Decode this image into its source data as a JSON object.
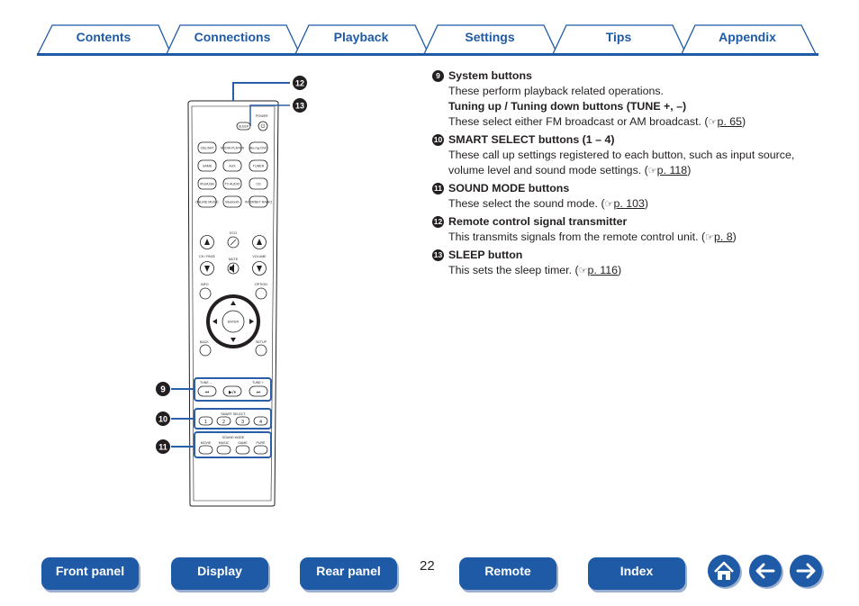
{
  "tabs": [
    {
      "label": "Contents"
    },
    {
      "label": "Connections"
    },
    {
      "label": "Playback"
    },
    {
      "label": "Settings"
    },
    {
      "label": "Tips"
    },
    {
      "label": "Appendix"
    }
  ],
  "callouts": {
    "c9": "9",
    "c10": "10",
    "c11": "11",
    "c12": "12",
    "c13": "13"
  },
  "remote": {
    "power": "POWER",
    "sleep": "SLEEP",
    "sources": [
      "CBL/SAT",
      "MEDIA PLAYER",
      "Blu-ray DVD",
      "GAME",
      "AUX",
      "TUNER",
      "iPod/USB",
      "TV AUDIO",
      "CD",
      "ONLINE MUSIC",
      "Bluetooth",
      "INTERNET RADIO"
    ],
    "eco": "ECO",
    "ch_page": "CH / PAGE",
    "mute": "MUTE",
    "volume": "VOLUME",
    "info": "INFO",
    "option": "OPTION",
    "enter": "ENTER",
    "back": "BACK",
    "setup": "SETUP",
    "tune_minus": "TUNE –",
    "tune_plus": "TUNE +",
    "smart_select": "SMART SELECT",
    "smart_nums": [
      "1",
      "2",
      "3",
      "4"
    ],
    "sound_mode": "SOUND MODE",
    "sound_buttons": [
      "MOVIE",
      "MUSIC",
      "GAME",
      "PURE"
    ]
  },
  "items": [
    {
      "num": "9",
      "heading": "System buttons",
      "text": "These perform playback related operations.",
      "sub_heading": "Tuning up / Tuning down buttons (TUNE +, –)",
      "sub_text": "These select either FM broadcast or AM broadcast.",
      "ref": "p. 65"
    },
    {
      "num": "10",
      "heading": "SMART SELECT buttons (1 – 4)",
      "text": "These call up settings registered to each button, such as input source, volume level and sound mode settings.",
      "ref": "p. 118"
    },
    {
      "num": "11",
      "heading": "SOUND MODE buttons",
      "text": "These select the sound mode.",
      "ref": "p. 103"
    },
    {
      "num": "12",
      "heading": "Remote control signal transmitter",
      "text": "This transmits signals from the remote control unit.",
      "ref": "p. 8"
    },
    {
      "num": "13",
      "heading": "SLEEP button",
      "text": "This sets the sleep timer.",
      "ref": "p. 116"
    }
  ],
  "nav": {
    "front_panel": "Front panel",
    "display": "Display",
    "rear_panel": "Rear panel",
    "remote": "Remote",
    "index": "Index",
    "page": "22"
  },
  "icons": {
    "home": "home-icon",
    "back": "arrow-left-icon",
    "forward": "arrow-right-icon"
  },
  "colors": {
    "accent": "#1f5aa6",
    "callout_line": "#2a5ea8",
    "text": "#231f20"
  }
}
